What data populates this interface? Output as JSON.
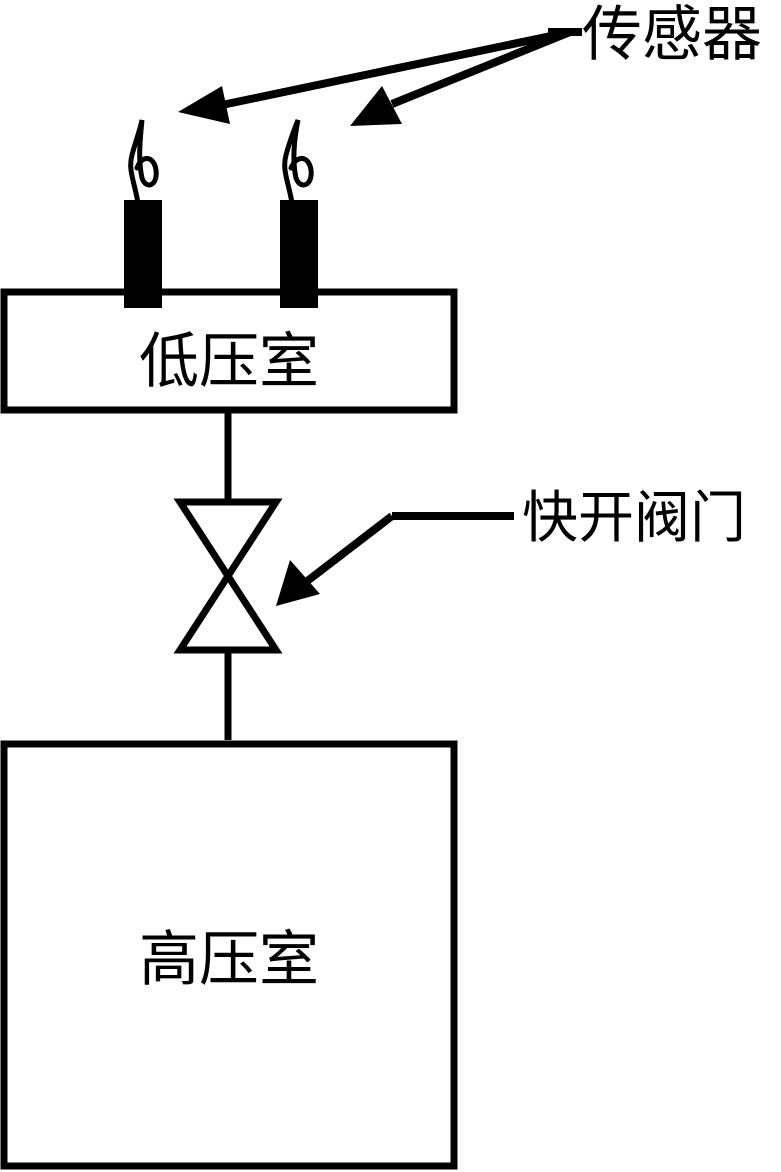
{
  "labels": {
    "sensor": "传感器",
    "low_pressure_chamber": "低压室",
    "quick_valve": "快开阀门",
    "high_pressure_chamber": "高压室"
  },
  "colors": {
    "stroke": "#000000",
    "background": "#ffffff"
  },
  "icons": {
    "sensor": "sensor-icon",
    "valve": "valve-icon"
  }
}
